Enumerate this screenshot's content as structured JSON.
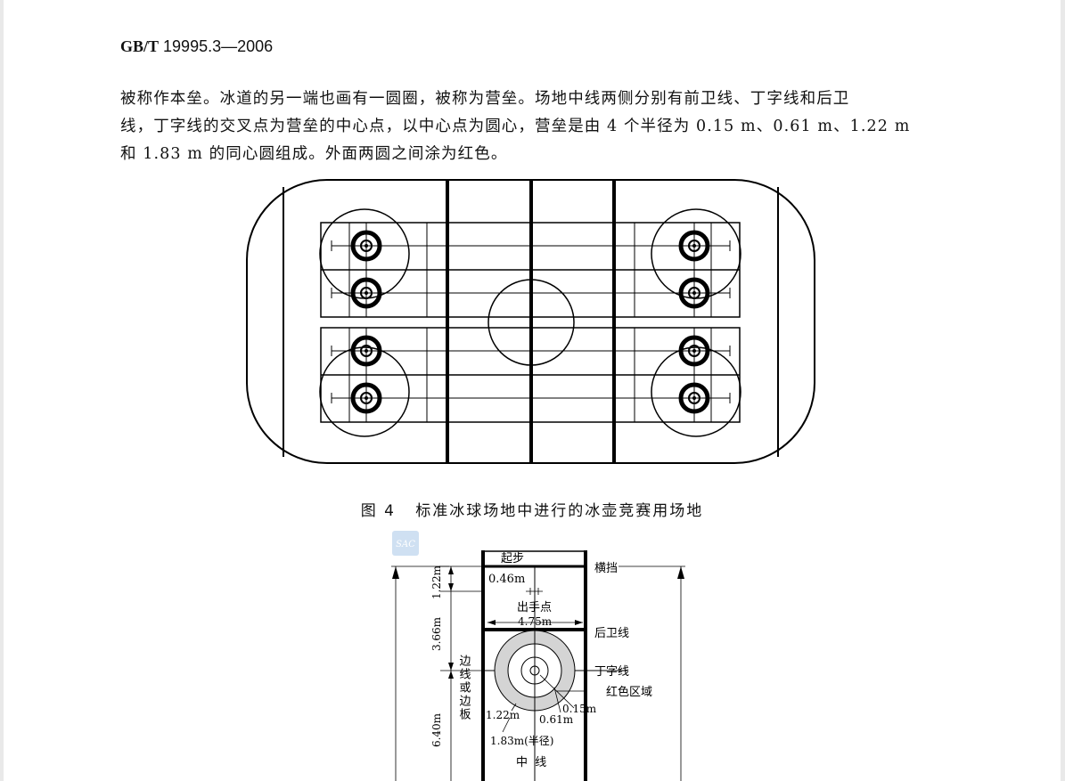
{
  "header": {
    "standard_prefix": "GB/T",
    "standard_number": "19995.3—2006"
  },
  "body_text": {
    "line1": "被称作本垒。冰道的另一端也画有一圆圈，被称为营垒。场地中线两侧分别有前卫线、丁字线和后卫",
    "line2": "线，丁字线的交叉点为营垒的中心点，以中心点为圆心，营垒是由 4 个半径为 0.15 m、0.61 m、1.22 m",
    "line3": "和 1.83 m 的同心圆组成。外面两圆之间涂为红色。"
  },
  "figure4": {
    "caption": "图 4   标准冰球场地中进行的冰壶竞赛用场地"
  },
  "figure5": {
    "watermark": "SAC",
    "labels": {
      "start": "起步",
      "hack": "横挡",
      "d_046": "0.46m",
      "release": "出手点",
      "d_475": "4.75m",
      "back_line": "后卫线",
      "tee_line": "丁字线",
      "side_line": "边线或边板",
      "red_zone": "红色区域",
      "r_015": "0.15m",
      "r_061": "0.61m",
      "r_122": "1.22m",
      "r_183": "1.83m(半径)",
      "center_line": "中  线",
      "d_122": "1.22m",
      "d_366": "3.66m",
      "d_640": "6.40m"
    }
  }
}
